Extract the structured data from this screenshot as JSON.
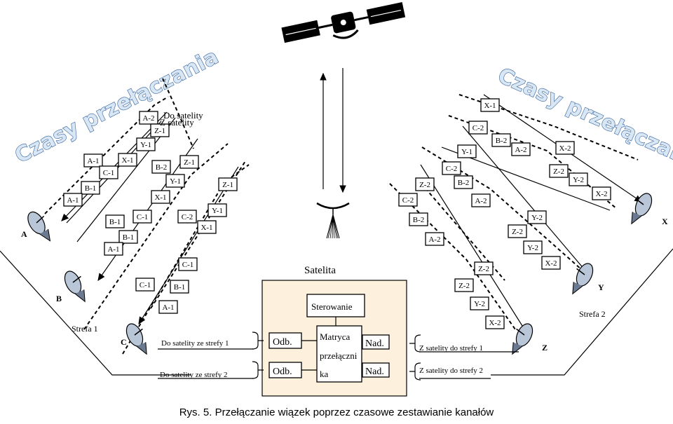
{
  "satellite_label": "Satelita",
  "control_label": "Sterowanie",
  "matrix_label": [
    "Matryca",
    "przełączni",
    "ka"
  ],
  "receiver_label": "Odb.",
  "transmitter_label": "Nad.",
  "left_watermark": "Czasy przełączania",
  "right_watermark": "Czasy przełączania",
  "top_label_1": "Do satelity",
  "top_label_2": "Z satelity",
  "in_zone1": "Do satelity ze strefy 1",
  "in_zone2": "Do satelity ze strefy 2",
  "out_zone1": "Z satelity do strefy 1",
  "out_zone2": "Z satelity do strefy 2",
  "zone1_label": "Strefa 1",
  "zone2_label": "Strefa 2",
  "stations": {
    "A": "A",
    "B": "B",
    "C": "C",
    "X": "X",
    "Y": "Y",
    "Z": "Z"
  },
  "caption": "Rys. 5. Przełączanie wiązek poprzez czasowe zestawianie kanałów",
  "left_slots": [
    "A-2",
    "Z-1",
    "Y-1",
    "X-1",
    "A-1",
    "C-1",
    "B-1",
    "A-1",
    "B-2",
    "Z-1",
    "Y-1",
    "X-1",
    "Z-1",
    "Y-1",
    "X-1",
    "C-2",
    "B-1",
    "C-1",
    "B-1",
    "A-1",
    "C-1",
    "B-1",
    "A-1",
    "C-1"
  ],
  "right_slots": [
    "X-1",
    "C-2",
    "B-2",
    "A-2",
    "X-2",
    "Z-2",
    "Y-2",
    "X-2",
    "Y-1",
    "C-2",
    "B-2",
    "A-2",
    "Z-2",
    "C-2",
    "B-2",
    "A-2",
    "Y-2",
    "Z-2",
    "Y-2",
    "X-2",
    "Z-2",
    "Z-2",
    "Y-2",
    "X-2"
  ]
}
